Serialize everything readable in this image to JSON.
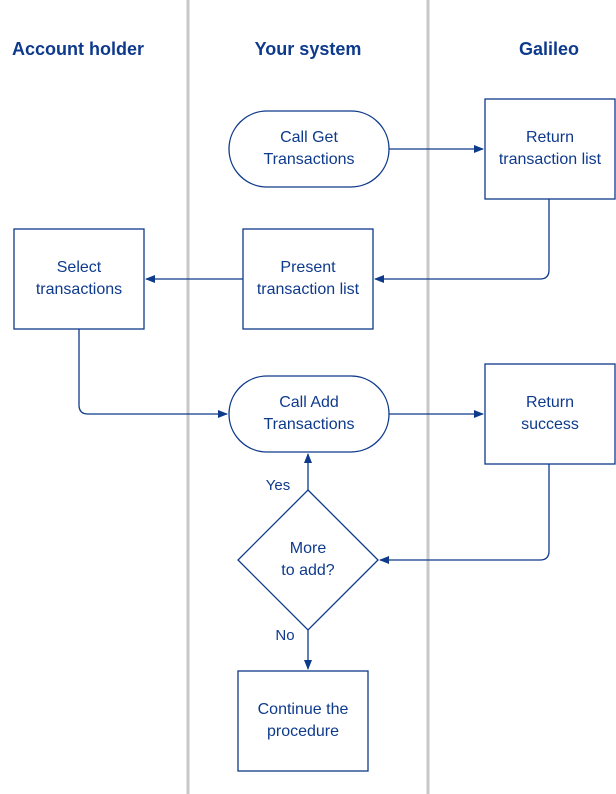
{
  "lanes": {
    "account_holder": "Account holder",
    "your_system": "Your system",
    "galileo": "Galileo"
  },
  "nodes": {
    "call_get": [
      "Call Get",
      "Transactions"
    ],
    "return_list": [
      "Return",
      "transaction list"
    ],
    "present_list": [
      "Present",
      "transaction list"
    ],
    "select": [
      "Select",
      "transactions"
    ],
    "call_add": [
      "Call Add",
      "Transactions"
    ],
    "return_success": [
      "Return",
      "success"
    ],
    "more_to_add": [
      "More",
      "to add?"
    ],
    "continue": [
      "Continue the",
      "procedure"
    ]
  },
  "edge_labels": {
    "yes": "Yes",
    "no": "No"
  },
  "colors": {
    "stroke": "#0e3a8c",
    "lane_divider": "#c8c8c8"
  }
}
